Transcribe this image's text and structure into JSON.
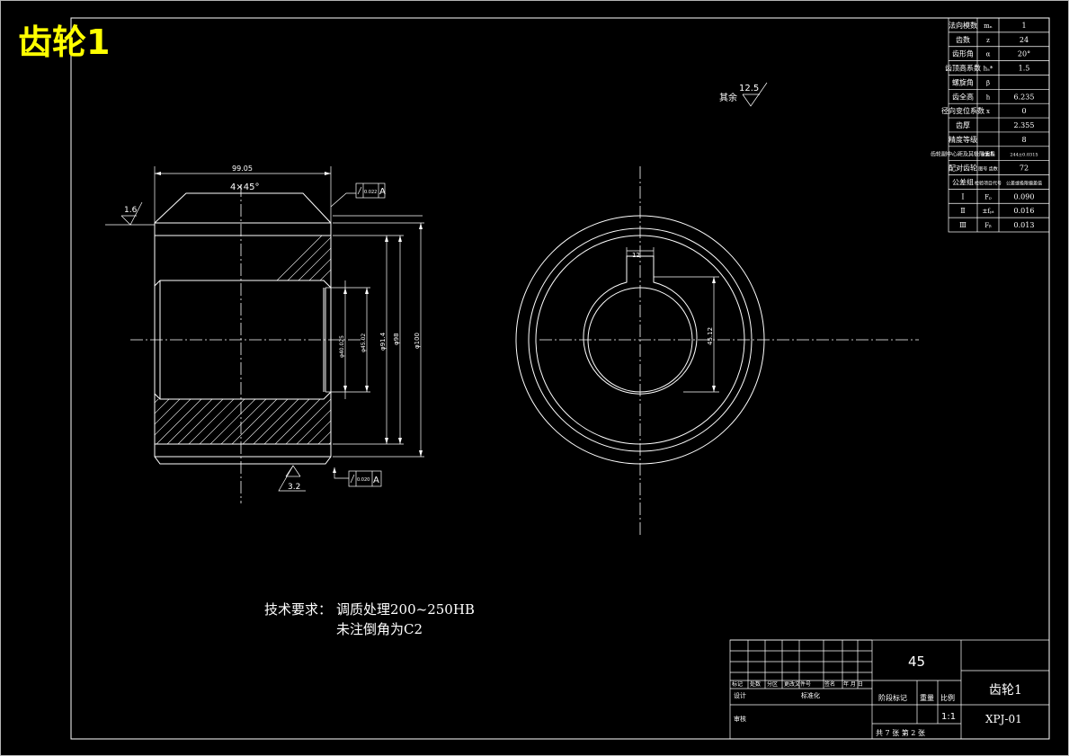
{
  "drawing_title": "齿轮1",
  "param_table": {
    "rows": [
      {
        "name": "法向模数",
        "symbol": "mₙ",
        "value": "1"
      },
      {
        "name": "齿数",
        "symbol": "z",
        "value": "24"
      },
      {
        "name": "齿形角",
        "symbol": "α",
        "value": "20°"
      },
      {
        "name": "齿顶高系数",
        "symbol": "hₐ*",
        "value": "1.5"
      },
      {
        "name": "螺旋角",
        "symbol": "β",
        "value": ""
      },
      {
        "name": "齿全高",
        "symbol": "h",
        "value": "6.235"
      },
      {
        "name": "径向变位系数",
        "symbol": "x",
        "value": "0"
      },
      {
        "name": "齿厚",
        "symbol": "",
        "value": "2.355"
      },
      {
        "name": "精度等级",
        "symbol": "",
        "value": "8"
      },
      {
        "name": "齿轮副中心距及其极限偏差",
        "symbol": "a±fₐ",
        "value": "244±0.0315"
      },
      {
        "name": "配对齿轮",
        "symbol": "图号 齿数",
        "value": "72"
      },
      {
        "name": "公差组",
        "symbol": "检验项目代号",
        "value": "公差或极限偏差值"
      },
      {
        "name": "Ⅰ",
        "symbol": "Fₚ",
        "value": "0.090"
      },
      {
        "name": "Ⅱ",
        "symbol": "±fₚₜ",
        "value": "0.016"
      },
      {
        "name": "Ⅲ",
        "symbol": "Fᵦ",
        "value": "0.013"
      }
    ]
  },
  "roughness_other": {
    "label": "其余",
    "value": "12.5"
  },
  "dims": {
    "width": "99.05",
    "chamfer": "4×45°",
    "roughness_left": "1.6",
    "roughness_bottom": "3.2",
    "runout_top_tol": "0.022",
    "runout_bottom_tol": "0.020",
    "datum": "A",
    "bore": "φ40.025",
    "bore2": "φ45.02",
    "d_root": "φ91.4",
    "d_pitch": "φ98",
    "d_tip": "φ100",
    "keyway_width": "12",
    "keyway_depth": "45.12"
  },
  "tech_req": {
    "title": "技术要求：",
    "line1": "调质处理200~250HB",
    "line2": "未注倒角为C2"
  },
  "title_block": {
    "material": "45",
    "part_name": "齿轮1",
    "drawing_no": "XPJ-01",
    "scale": "1:1",
    "sheet_info": "共 7 张   第 2 张",
    "headers": [
      "标记",
      "处数",
      "分区",
      "更改文件号",
      "签名",
      "年 月 日"
    ],
    "design": "设计",
    "standard": "标准化",
    "review": "审核",
    "stage_mark": "阶段标记",
    "weight": "重量",
    "ratio": "比例"
  }
}
